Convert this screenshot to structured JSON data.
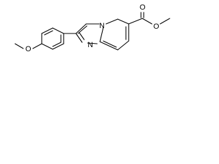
{
  "molecule": {
    "labels": {
      "methoxy_oxygen": "O",
      "ring_nitrogen_bridgehead": "N",
      "ring_nitrogen_imine": "N",
      "carbonyl_oxygen": "O",
      "ester_oxygen": "O"
    },
    "colors": {
      "bond": "#000000",
      "atom_label": "#000000",
      "background": "#ffffff"
    }
  }
}
